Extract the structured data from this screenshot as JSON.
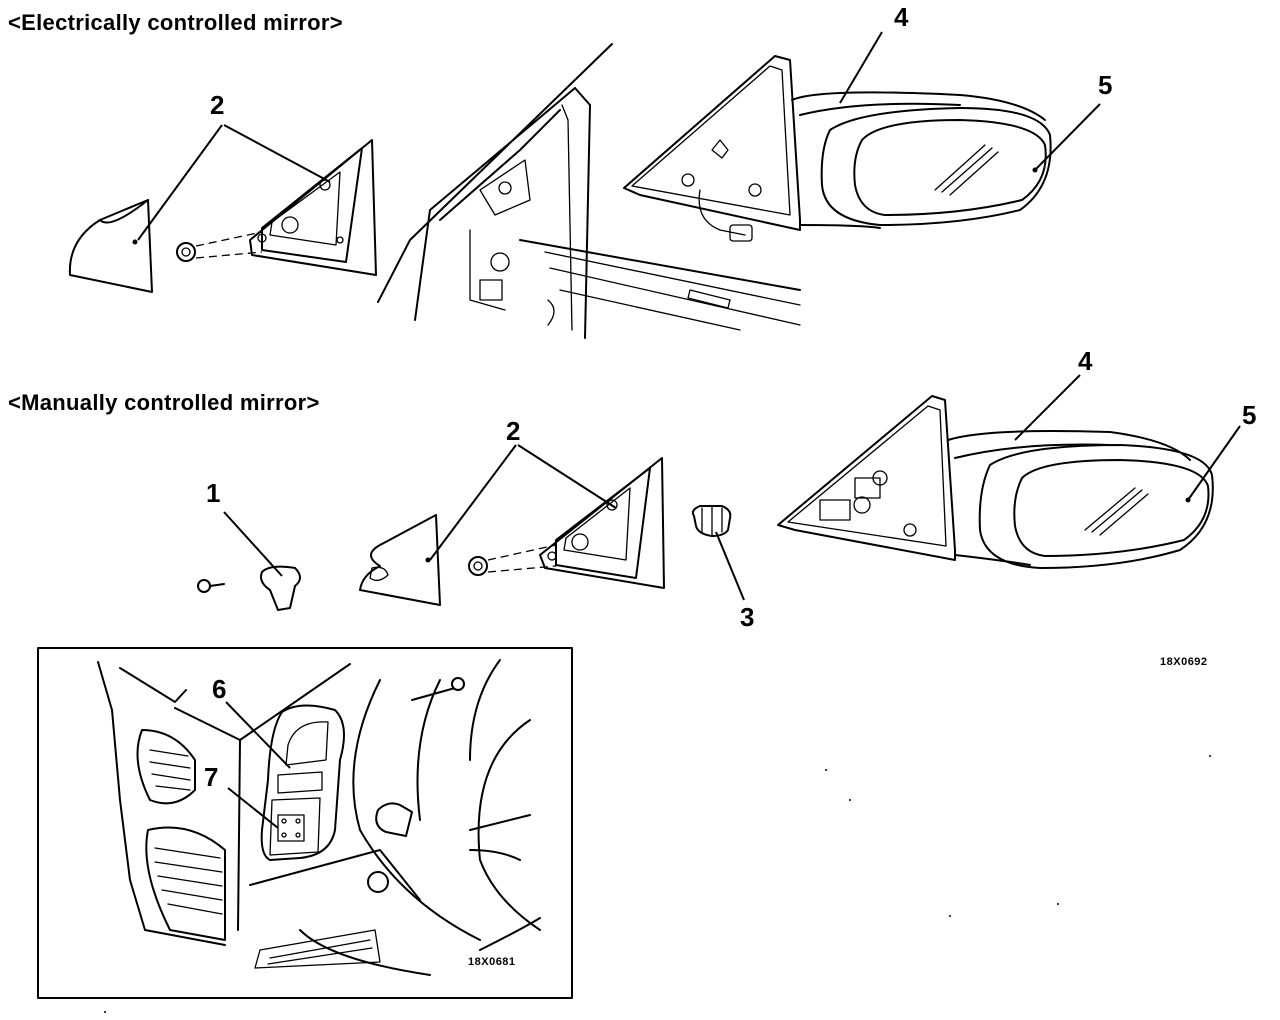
{
  "sections": {
    "electric_title": "<Electrically controlled mirror>",
    "manual_title": "<Manually controlled mirror>"
  },
  "callouts": {
    "e2": "2",
    "e4": "4",
    "e5": "5",
    "m1": "1",
    "m2": "2",
    "m3": "3",
    "m4": "4",
    "m5": "5",
    "i6": "6",
    "i7": "7"
  },
  "figure_codes": {
    "main": "18X0692",
    "inset": "18X0681"
  }
}
